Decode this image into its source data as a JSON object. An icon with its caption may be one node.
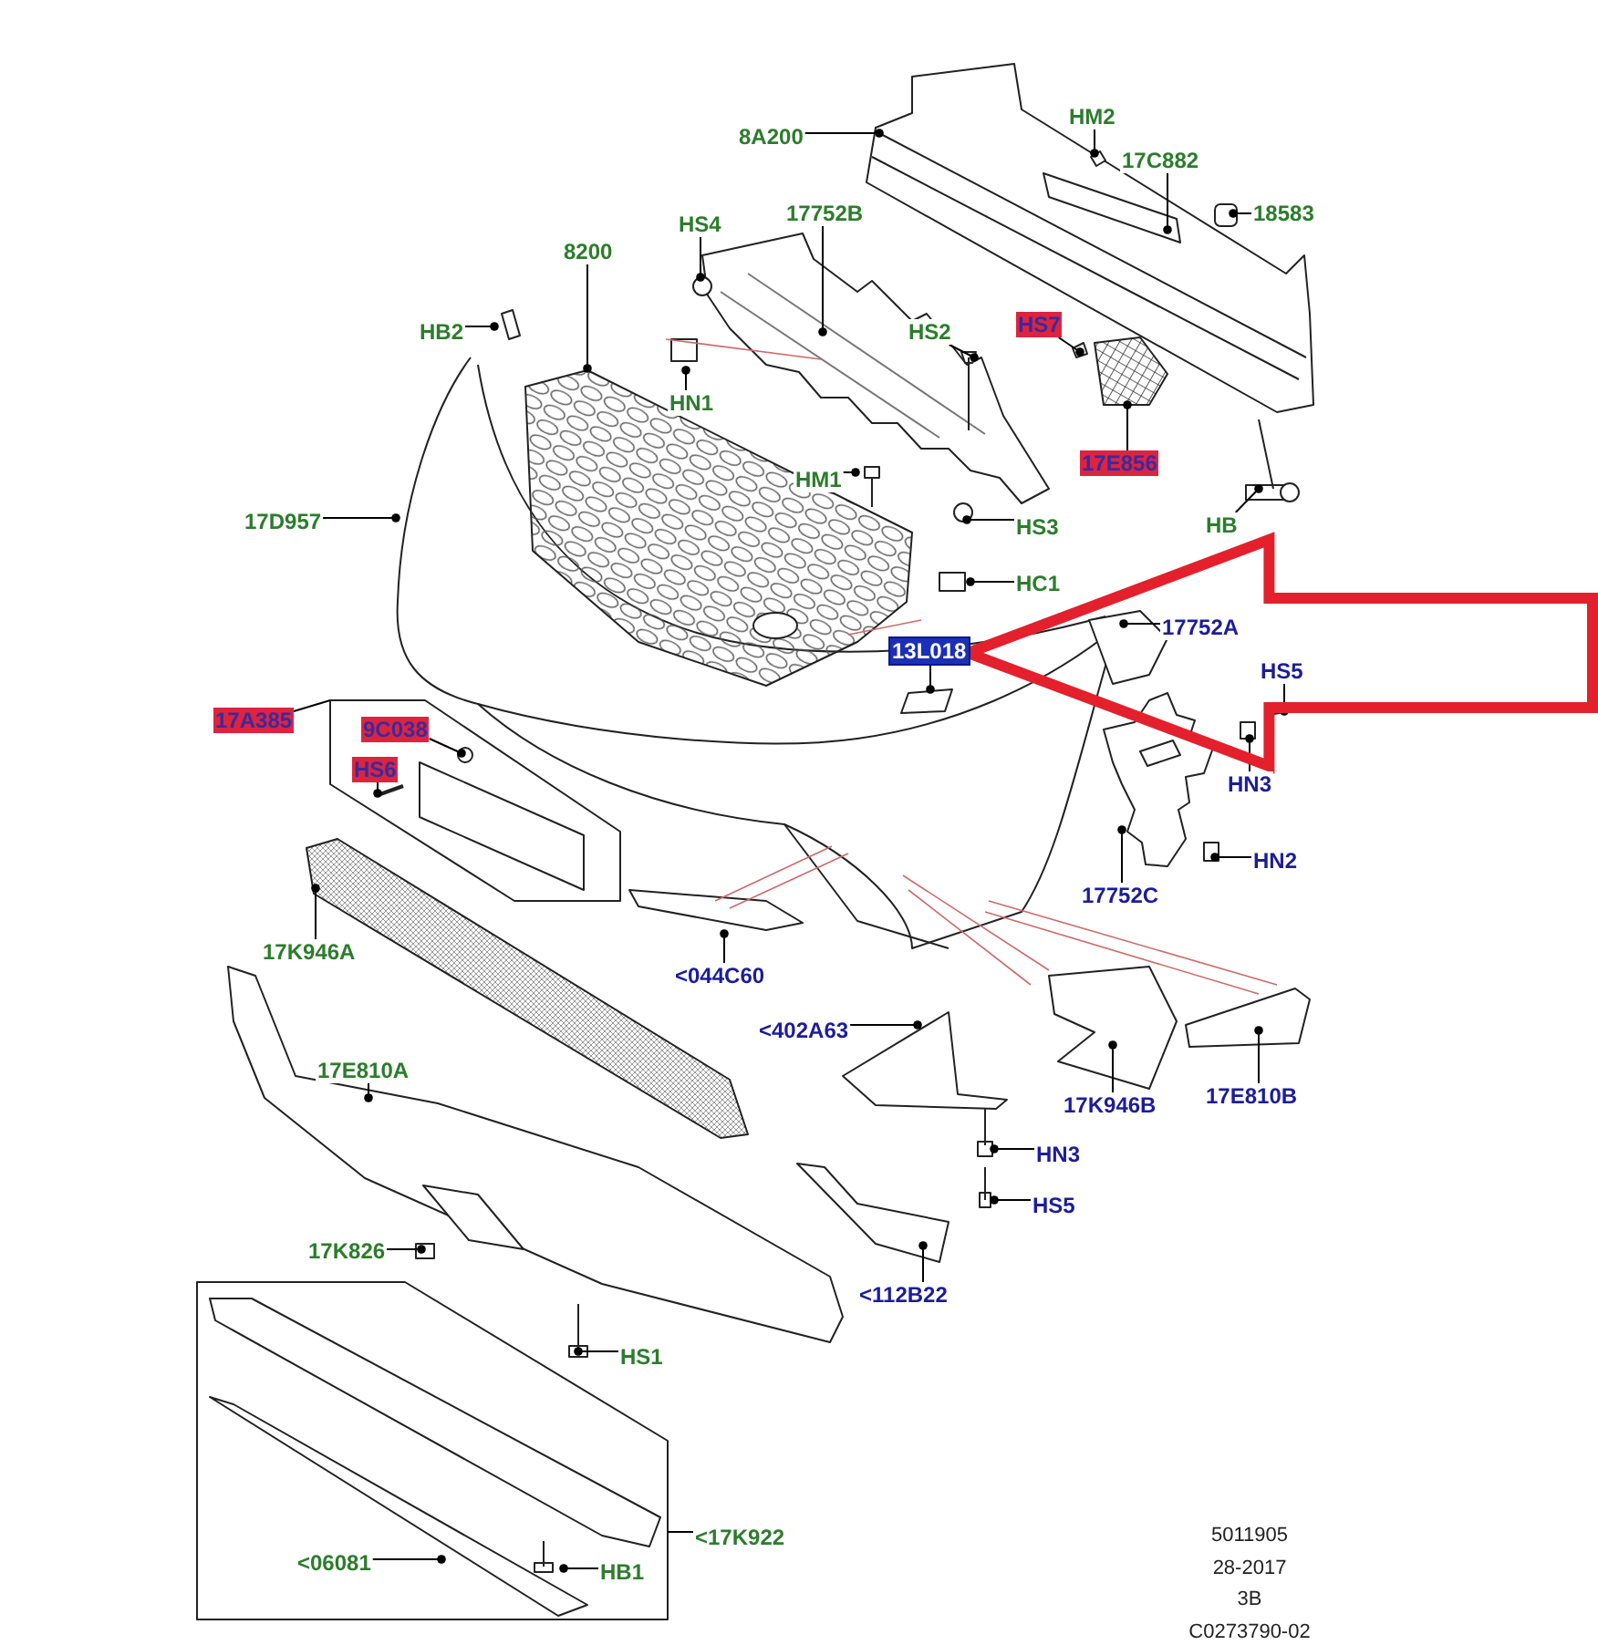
{
  "diagram": {
    "nodes": [
      {
        "text": [
          "8A200"
        ]
      },
      {
        "text": [
          "HM2"
        ]
      },
      {
        "text": [
          "17C882"
        ]
      },
      {
        "text": [
          "18583"
        ]
      },
      {
        "text": [
          "HS4"
        ]
      },
      {
        "text": [
          "17752B"
        ]
      },
      {
        "text": [
          "8200"
        ]
      },
      {
        "text": [
          "HB2"
        ]
      },
      {
        "text": [
          "HS2"
        ]
      },
      {
        "text": [
          "HS7"
        ]
      },
      {
        "text": [
          "HN1"
        ]
      },
      {
        "text": [
          "17E856"
        ]
      },
      {
        "text": [
          "17D957"
        ]
      },
      {
        "text": [
          "HM1"
        ]
      },
      {
        "text": [
          "HS3"
        ]
      },
      {
        "text": [
          "HB"
        ]
      },
      {
        "text": [
          "HC1"
        ]
      },
      {
        "text": [
          "13L018"
        ]
      },
      {
        "text": [
          "17752A"
        ]
      },
      {
        "text": [
          "HS5"
        ]
      },
      {
        "text": [
          "17A385"
        ]
      },
      {
        "text": [
          "9C038"
        ]
      },
      {
        "text": [
          "HS6"
        ]
      },
      {
        "text": [
          "HN3"
        ]
      },
      {
        "text": [
          "17752C"
        ]
      },
      {
        "text": [
          "HN2"
        ]
      },
      {
        "text": [
          "17K946A"
        ]
      },
      {
        "text": [
          "<044C60"
        ]
      },
      {
        "text": [
          "<402A63"
        ]
      },
      {
        "text": [
          "17K946B"
        ]
      },
      {
        "text": [
          "17E810B"
        ]
      },
      {
        "text": [
          "17E810A"
        ]
      },
      {
        "text": [
          "HN3"
        ]
      },
      {
        "text": [
          "HS5"
        ]
      },
      {
        "text": [
          "17K826"
        ]
      },
      {
        "text": [
          "<112B22"
        ]
      },
      {
        "text": [
          "HS1"
        ]
      },
      {
        "text": [
          "<17K922"
        ]
      },
      {
        "text": [
          "<06081"
        ]
      },
      {
        "text": [
          "HB1"
        ]
      }
    ],
    "edges": [
      {
        "from": 0,
        "to": null,
        "arrow": "other"
      },
      {
        "from": 1,
        "to": null,
        "arrow": "other"
      },
      {
        "from": 2,
        "to": null,
        "arrow": "other"
      },
      {
        "from": 3,
        "to": null,
        "arrow": "other"
      },
      {
        "from": 4,
        "to": null,
        "arrow": "other"
      },
      {
        "from": 5,
        "to": null,
        "arrow": "other"
      },
      {
        "from": 6,
        "to": null,
        "arrow": "other"
      },
      {
        "from": 7,
        "to": null,
        "arrow": "other"
      },
      {
        "from": 8,
        "to": null,
        "arrow": "other"
      },
      {
        "from": 9,
        "to": null,
        "arrow": "other"
      },
      {
        "from": 10,
        "to": null,
        "arrow": "other"
      },
      {
        "from": 11,
        "to": null,
        "arrow": "other"
      },
      {
        "from": 12,
        "to": null,
        "arrow": "other"
      },
      {
        "from": 13,
        "to": null,
        "arrow": "other"
      },
      {
        "from": 14,
        "to": null,
        "arrow": "other"
      },
      {
        "from": 15,
        "to": null,
        "arrow": "other"
      },
      {
        "from": 16,
        "to": null,
        "arrow": "other"
      },
      {
        "from": 17,
        "to": null,
        "arrow": "other"
      },
      {
        "from": 18,
        "to": null,
        "arrow": "other"
      },
      {
        "from": 19,
        "to": null,
        "arrow": "other"
      },
      {
        "from": 20,
        "to": null,
        "arrow": "none"
      },
      {
        "from": 21,
        "to": null,
        "arrow": "other"
      },
      {
        "from": 22,
        "to": null,
        "arrow": "other"
      },
      {
        "from": 23,
        "to": null,
        "arrow": "other"
      },
      {
        "from": 24,
        "to": null,
        "arrow": "other"
      },
      {
        "from": 25,
        "to": null,
        "arrow": "other"
      },
      {
        "from": 26,
        "to": null,
        "arrow": "other"
      },
      {
        "from": 27,
        "to": null,
        "arrow": "other"
      },
      {
        "from": 28,
        "to": null,
        "arrow": "other"
      },
      {
        "from": 29,
        "to": null,
        "arrow": "other"
      },
      {
        "from": 30,
        "to": null,
        "arrow": "other"
      },
      {
        "from": 31,
        "to": null,
        "arrow": "other"
      },
      {
        "from": 32,
        "to": null,
        "arrow": "other"
      },
      {
        "from": 33,
        "to": null,
        "arrow": "other"
      },
      {
        "from": 34,
        "to": null,
        "arrow": "other"
      },
      {
        "from": 35,
        "to": null,
        "arrow": "other"
      },
      {
        "from": 36,
        "to": null,
        "arrow": "other"
      },
      {
        "from": 37,
        "to": null,
        "arrow": "none"
      },
      {
        "from": 38,
        "to": null,
        "arrow": "other"
      },
      {
        "from": 39,
        "to": null,
        "arrow": "other"
      },
      {
        "from": null,
        "to": 17,
        "arrow": "to",
        "style": "thick",
        "color": "#e3202c"
      }
    ],
    "labels": [
      "5011905",
      "28-2017",
      "3B",
      "C0273790-02"
    ]
  }
}
